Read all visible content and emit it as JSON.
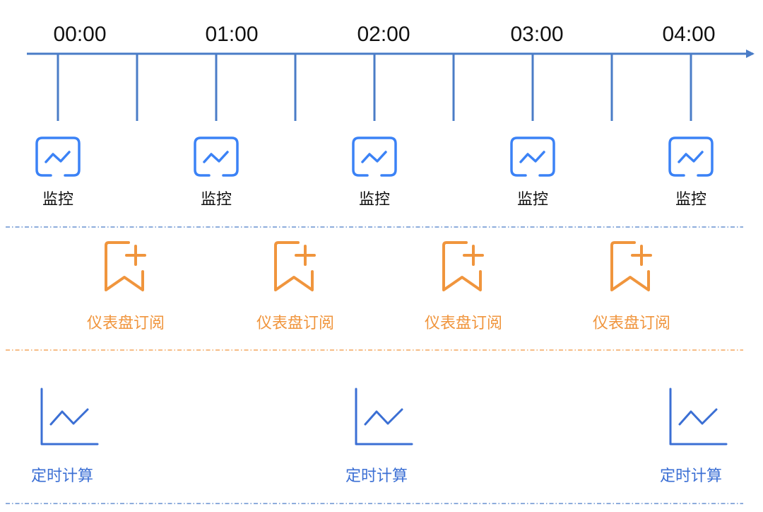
{
  "timeline": {
    "ticks": [
      "00:00",
      "01:00",
      "02:00",
      "03:00",
      "04:00"
    ],
    "color": "#4a7cc7"
  },
  "rows": {
    "monitor": {
      "label": "监控",
      "icon": "monitor-chart-icon",
      "color": "#3b82f6",
      "label_color": "#111111",
      "count": 5
    },
    "subscription": {
      "label": "仪表盘订阅",
      "icon": "bookmark-plus-icon",
      "color": "#f0953d",
      "label_color": "#f0953d",
      "count": 4
    },
    "scheduled": {
      "label": "定时计算",
      "icon": "line-chart-icon",
      "color": "#3b6fd4",
      "label_color": "#3b6fd4",
      "count": 3
    }
  },
  "divider_color": "#4a7cc7"
}
